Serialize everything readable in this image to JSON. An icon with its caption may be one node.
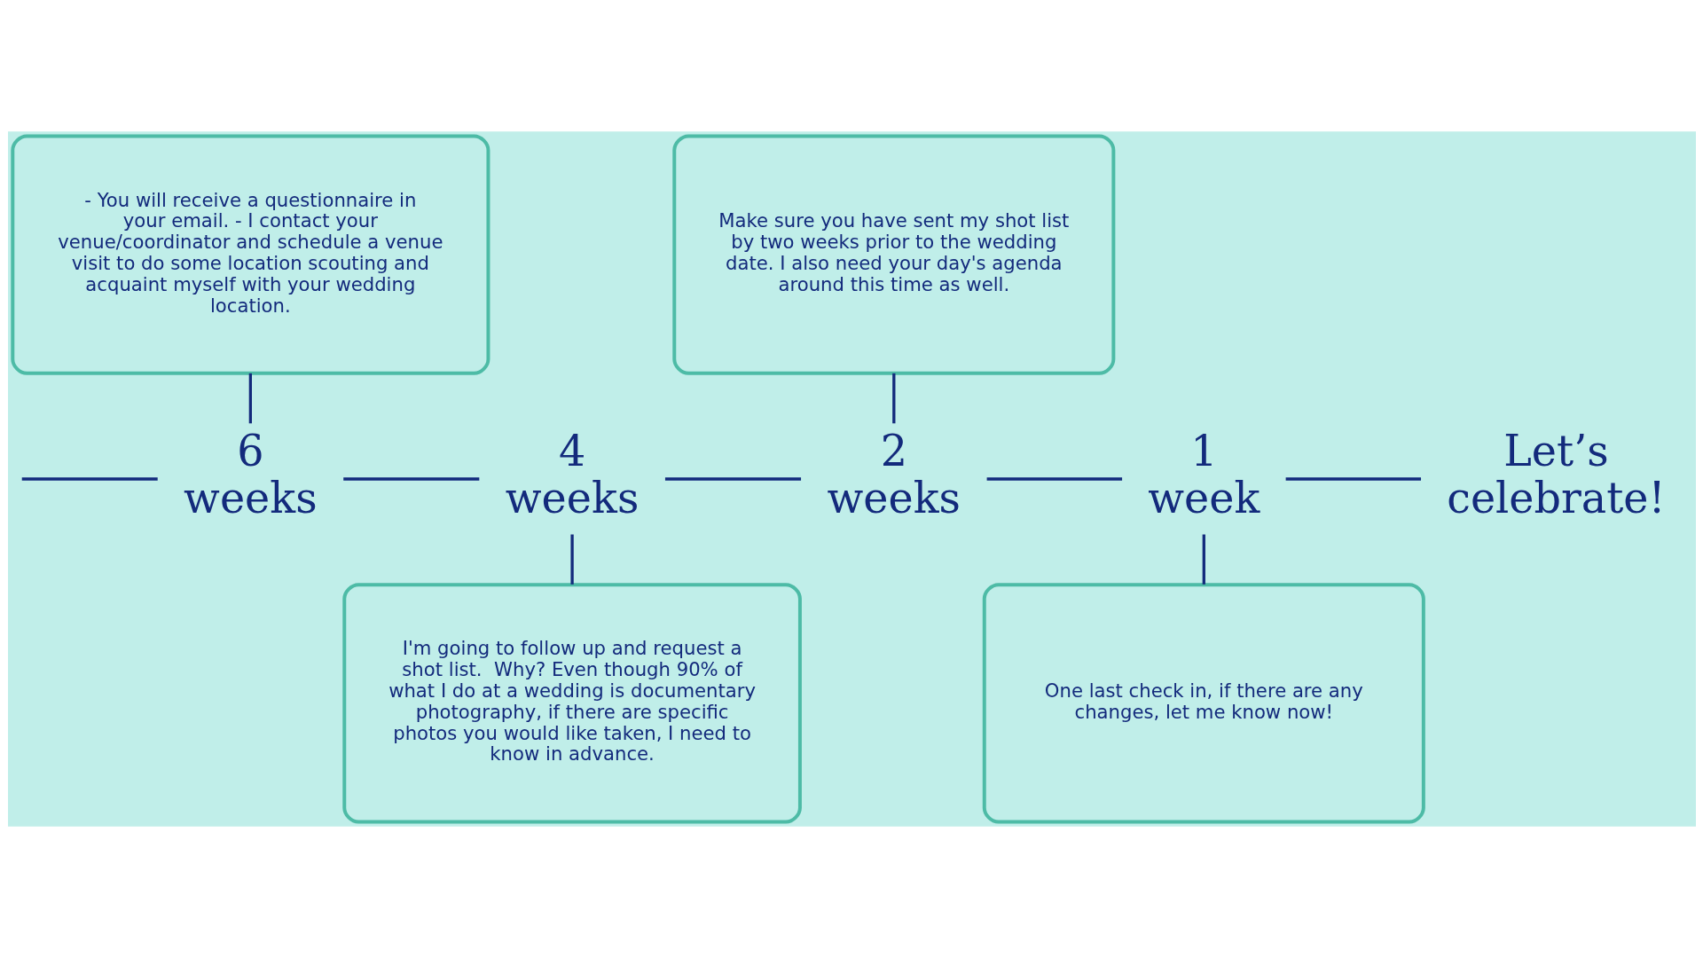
{
  "diagram": {
    "nodes": [
      {
        "text": [
          "- You will receive a questionnaire in your email. - I contact your venue/coordinator and schedule a venue visit to do some location scouting and acquaint myself with your wedding location."
        ]
      },
      {
        "text": [
          "Make sure you have sent my shot list by two weeks prior to the wedding date. I also need your day's agenda around this time as well."
        ]
      },
      {
        "text": [
          "6 weeks"
        ]
      },
      {
        "text": [
          "4 weeks"
        ]
      },
      {
        "text": [
          "2 weeks"
        ]
      },
      {
        "text": [
          "1 week"
        ]
      },
      {
        "text": [
          "Let’s celebrate!"
        ]
      },
      {
        "text": [
          "I'm going to follow up and request a shot list.  Why? Even though 90% of what I do at a wedding is documentary photography, if there are specific photos you would like taken, I need to know in advance."
        ]
      },
      {
        "text": [
          "One last check in, if there are any changes, let me know now!"
        ]
      }
    ],
    "edges": [
      {
        "from": null,
        "to": 2,
        "arrow": "none"
      },
      {
        "from": 2,
        "to": 3,
        "arrow": "none"
      },
      {
        "from": 3,
        "to": 4,
        "arrow": "none"
      },
      {
        "from": 4,
        "to": 5,
        "arrow": "none"
      },
      {
        "from": 5,
        "to": 6,
        "arrow": "none"
      },
      {
        "from": 0,
        "to": 2,
        "arrow": "none"
      },
      {
        "from": 1,
        "to": 4,
        "arrow": "none"
      },
      {
        "from": 3,
        "to": 7,
        "arrow": "none"
      },
      {
        "from": 5,
        "to": 8,
        "arrow": "none"
      }
    ]
  }
}
